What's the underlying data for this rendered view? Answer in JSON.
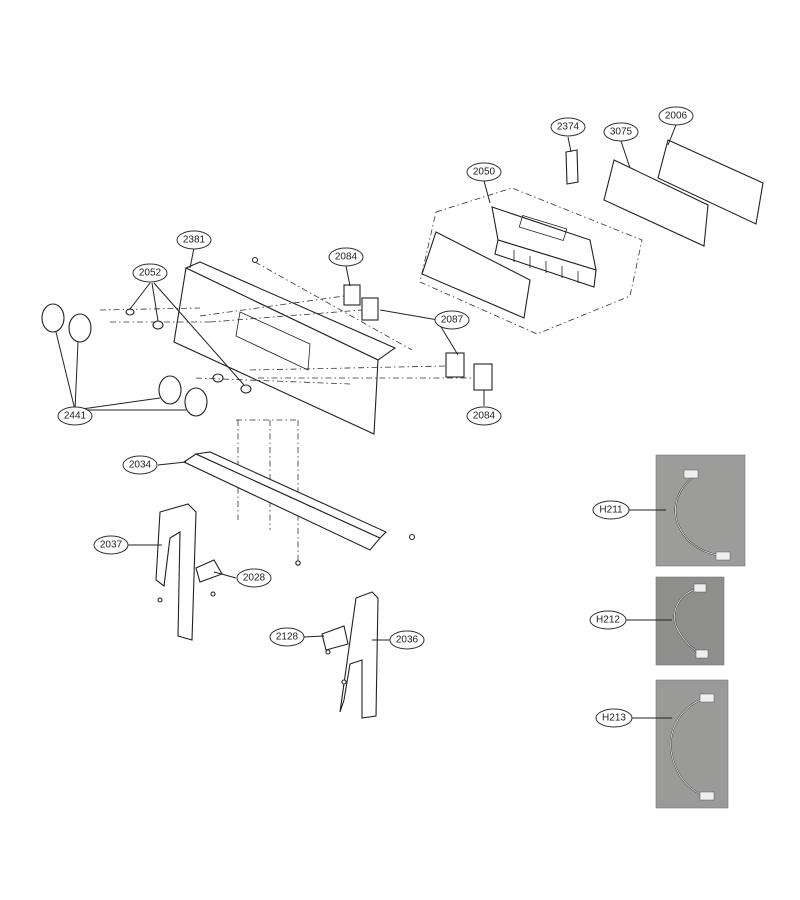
{
  "callouts": {
    "c2374": "2374",
    "c3075": "3075",
    "c2006": "2006",
    "c2050": "2050",
    "c2381": "2381",
    "c2084a": "2084",
    "c2052": "2052",
    "c2087": "2087",
    "c2084b": "2084",
    "c2441": "2441",
    "c2034": "2034",
    "c2037": "2037",
    "c2028": "2028",
    "c2128": "2128",
    "c2036": "2036"
  },
  "harness": {
    "h211": "H211",
    "h212": "H212",
    "h213": "H213"
  },
  "colors": {
    "line": "#222222",
    "photo_bg": "#9c9c9a"
  }
}
